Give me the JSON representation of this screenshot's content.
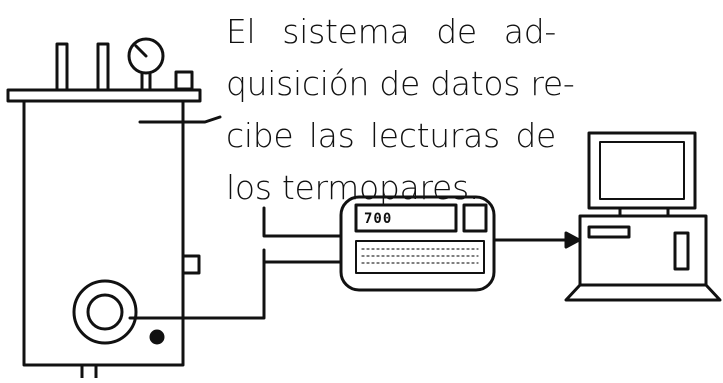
{
  "caption": {
    "lines": [
      "El sistema de ad-",
      "quisición de datos re-",
      "cibe las lecturas de",
      "los termopares."
    ]
  },
  "daq_display": {
    "readout": "700"
  },
  "colors": {
    "ink": "#111111",
    "background": "#ffffff"
  },
  "icons": [
    "tank-with-gauge",
    "data-acquisition-unit",
    "desktop-computer"
  ]
}
